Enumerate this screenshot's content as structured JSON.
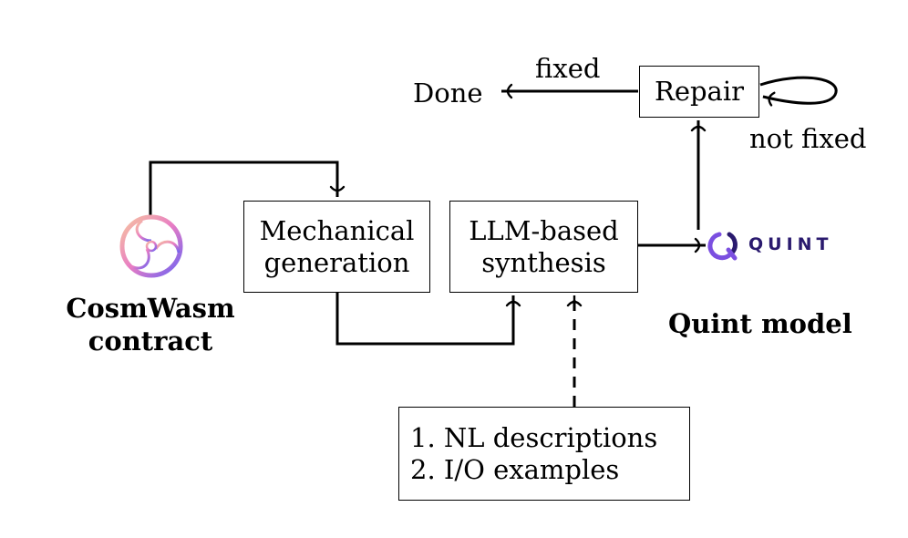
{
  "source": {
    "name_line1": "CosmWasm",
    "name_line2": "contract",
    "logo_icon": "cosmwasm-logo-icon"
  },
  "nodes": {
    "mechanical": {
      "line1": "Mechanical",
      "line2": "generation"
    },
    "llm": {
      "line1": "LLM-based",
      "line2": "synthesis"
    },
    "inputs": {
      "line1": "1. NL descriptions",
      "line2": "2. I/O examples"
    },
    "repair": "Repair",
    "done": "Done"
  },
  "quint": {
    "wordmark": "QUINT",
    "caption": "Quint model",
    "logo_icon": "quint-logo-icon",
    "brand_color": "#7b4fe0"
  },
  "edges": {
    "fixed": "fixed",
    "not_fixed": "not fixed"
  }
}
